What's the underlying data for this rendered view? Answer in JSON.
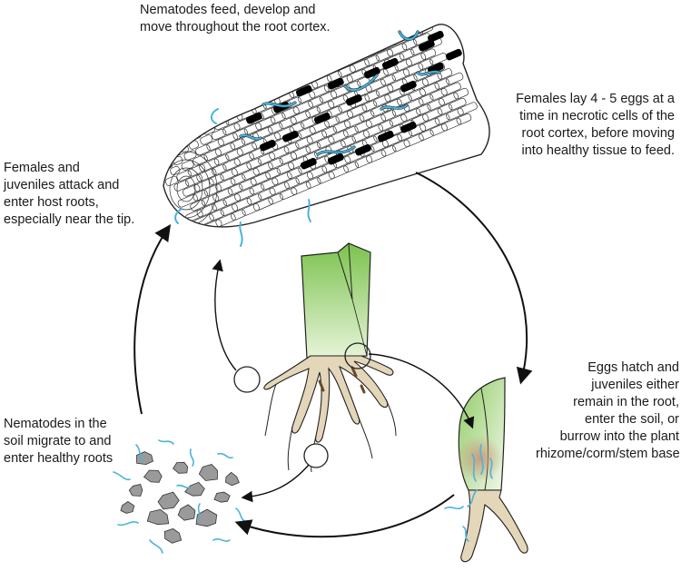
{
  "diagram": {
    "labels": {
      "feed": [
        "Nematodes feed, develop and",
        "move throughout the root cortex."
      ],
      "lay_eggs": [
        "Females lay 4 - 5 eggs at a",
        "time in necrotic cells of the",
        "root cortex, before moving",
        "into healthy tissue to feed."
      ],
      "attack": [
        "Females and",
        "juveniles attack and",
        "enter host roots,",
        "especially near the tip."
      ],
      "soil": [
        "Nematodes in the",
        "soil migrate to and",
        "enter healthy roots"
      ],
      "hatch": [
        "Eggs hatch and",
        "juveniles either",
        "remain in the root,",
        "enter the soil, or",
        "burrow into the plant",
        "rhizome/corm/stem base."
      ]
    },
    "colors": {
      "nematode": "#4ab3dd",
      "leaf_light": "#e6f4d8",
      "leaf_dark": "#7cc24e",
      "root": "#e4d6b8",
      "necrotic": "#000000",
      "soil_particle": "#9a9a9a",
      "lesion": "#c89a7c"
    }
  }
}
